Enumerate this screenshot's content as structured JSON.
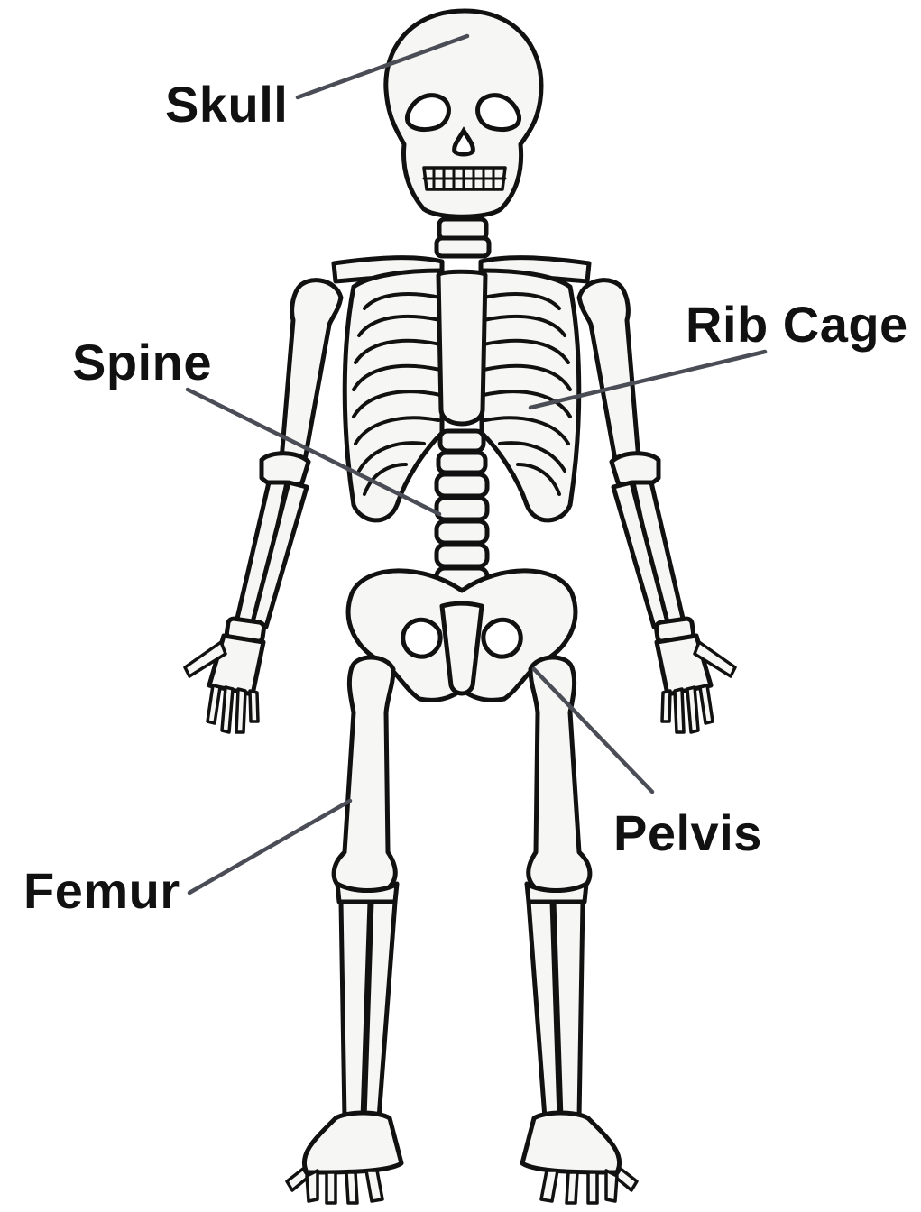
{
  "labels": {
    "skull": "Skull",
    "rib_cage": "Rib Cage",
    "spine": "Spine",
    "pelvis": "Pelvis",
    "femur": "Femur"
  },
  "colors": {
    "outline": "#111111",
    "bone_fill": "#f6f6f4",
    "leader_line": "#4a4d55",
    "background": "#ffffff"
  }
}
